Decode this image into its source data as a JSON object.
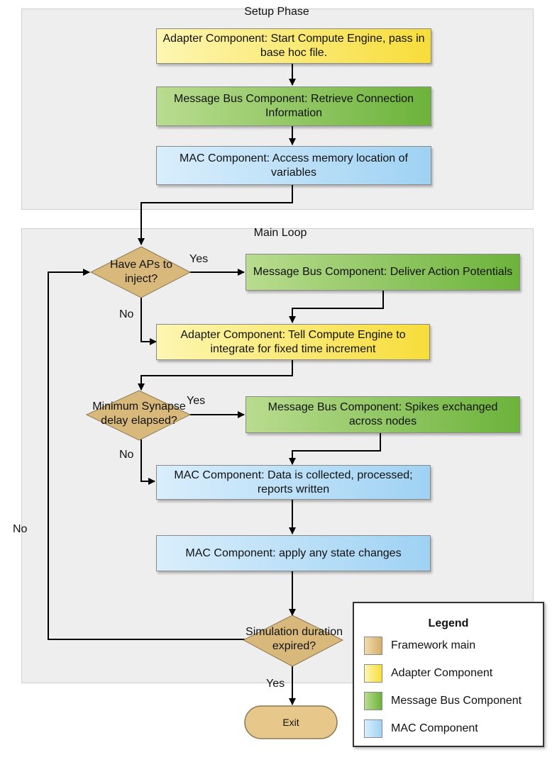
{
  "phases": {
    "setup": "Setup Phase",
    "main": "Main Loop"
  },
  "steps": {
    "start_engine": "Adapter Component: Start Compute Engine, pass in base hoc file.",
    "retrieve_conn": "Message Bus Component: Retrieve Connection Information",
    "access_mem": "MAC Component: Access memory location of variables",
    "deliver_ap": "Message Bus Component: Deliver Action Potentials",
    "integrate": "Adapter Component: Tell Compute Engine to integrate for fixed time increment",
    "spikes": "Message Bus Component: Spikes exchanged across nodes",
    "collect": "MAC Component: Data is collected, processed; reports written",
    "apply": "MAC Component: apply any state changes",
    "exit": "Exit"
  },
  "decisions": {
    "have_aps": "Have APs to inject?",
    "min_synapse": "Minimum Synapse delay elapsed?",
    "sim_duration": "Simulation duration expired?"
  },
  "edge_labels": {
    "yes1": "Yes",
    "no1": "No",
    "yes2": "Yes",
    "no2": "No",
    "no_loop": "No",
    "yes_exit": "Yes"
  },
  "legend": {
    "title": "Legend",
    "items": [
      {
        "label": "Framework main",
        "color": "#d9b87c"
      },
      {
        "label": "Adapter Component",
        "color": "#f7dd3a"
      },
      {
        "label": "Message Bus Component",
        "color": "#6cb33b"
      },
      {
        "label": "MAC Component",
        "color": "#9fd2f3"
      }
    ]
  }
}
